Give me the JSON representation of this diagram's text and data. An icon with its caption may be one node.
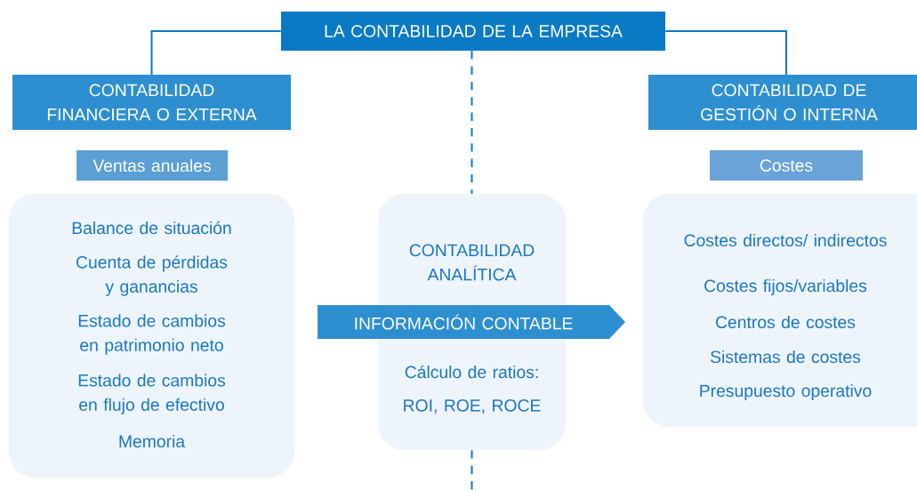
{
  "diagram": {
    "nodes": [
      {
        "text": [
          "LA CONTABILIDAD DE LA EMPRESA"
        ]
      },
      {
        "text": [
          "CONTABILIDAD FINANCIERA O EXTERNA"
        ]
      },
      {
        "text": [
          "CONTABILIDAD DE GESTIÓN O INTERNA"
        ]
      },
      {
        "text": [
          "Ventas anuales"
        ]
      },
      {
        "text": [
          "Costes"
        ]
      },
      {
        "text": [
          "Balance de situación",
          "Cuenta de pérdidas y ganancias",
          "Estado de cambios en patrimonio neto",
          "Estado de cambios en flujo de efectivo",
          "Memoria"
        ]
      },
      {
        "text": [
          "CONTABILIDAD ANALÍTICA",
          "Cálculo de ratios:",
          "ROI, ROE, ROCE"
        ]
      },
      {
        "text": [
          "INFORMACIÓN CONTABLE"
        ]
      },
      {
        "text": [
          "Costes directos/ indirectos",
          "Costes fijos/variables",
          "Centros de costes",
          "Sistemas de costes",
          "Presupuesto operativo"
        ]
      }
    ],
    "edges": [
      {
        "from": 0,
        "to": 1,
        "arrow": "none"
      },
      {
        "from": 0,
        "to": 2,
        "arrow": "none"
      },
      {
        "from": 0,
        "to": 6,
        "arrow": "none",
        "style": "dashed"
      },
      {
        "from": 6,
        "to": null,
        "arrow": "none",
        "style": "dashed"
      }
    ]
  }
}
